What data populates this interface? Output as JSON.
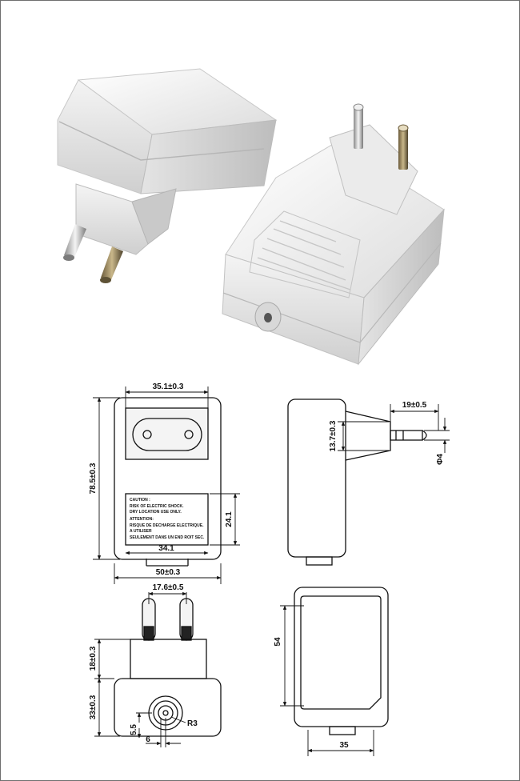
{
  "front_view": {
    "pin_spacing": "35.1±0.3",
    "height": "78.5±0.3",
    "label_height": "24.1",
    "label_width": "34.1",
    "width": "50±0.3",
    "label": {
      "line1": "CAUTION :",
      "line2": "RISK OF ELECTRIC SHOCK.",
      "line3": "DRY LOCATION USE ONLY.",
      "line4": "ATTENTION:",
      "line5": "RISQUE DE DECHARGE ELECTRIQUE.",
      "line6": "A UTILISER",
      "line7": "SEULEMENT DANS UN END ROIT SEC."
    }
  },
  "side_view": {
    "pin_length": "19±0.5",
    "plug_height": "13.7±0.3",
    "pin_diameter": "Φ4"
  },
  "bottom_view": {
    "pin_spacing": "17.6±0.5",
    "plug_depth": "18±0.3",
    "body_depth": "33±0.3",
    "socket_offset_y": "5.5",
    "socket_offset_x": "6",
    "socket_radius": "R3"
  },
  "back_view": {
    "height": "54",
    "width": "35"
  },
  "colors": {
    "background": "#ffffff",
    "line": "#111111",
    "plastic": "#f2f2f2"
  }
}
